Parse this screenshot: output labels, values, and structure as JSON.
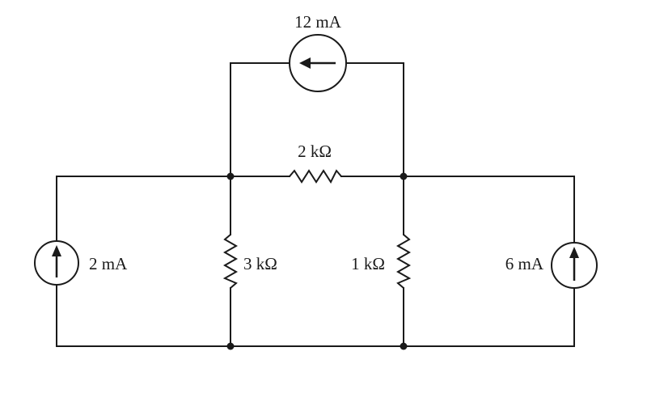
{
  "labels": {
    "top_source": "12 mA",
    "top_resistor": "2 kΩ",
    "left_source": "2 mA",
    "mid_left_resistor": "3 kΩ",
    "mid_right_resistor": "1 kΩ",
    "right_source": "6 mA"
  },
  "colors": {
    "ink": "#1a1a1a",
    "background": "#ffffff"
  }
}
